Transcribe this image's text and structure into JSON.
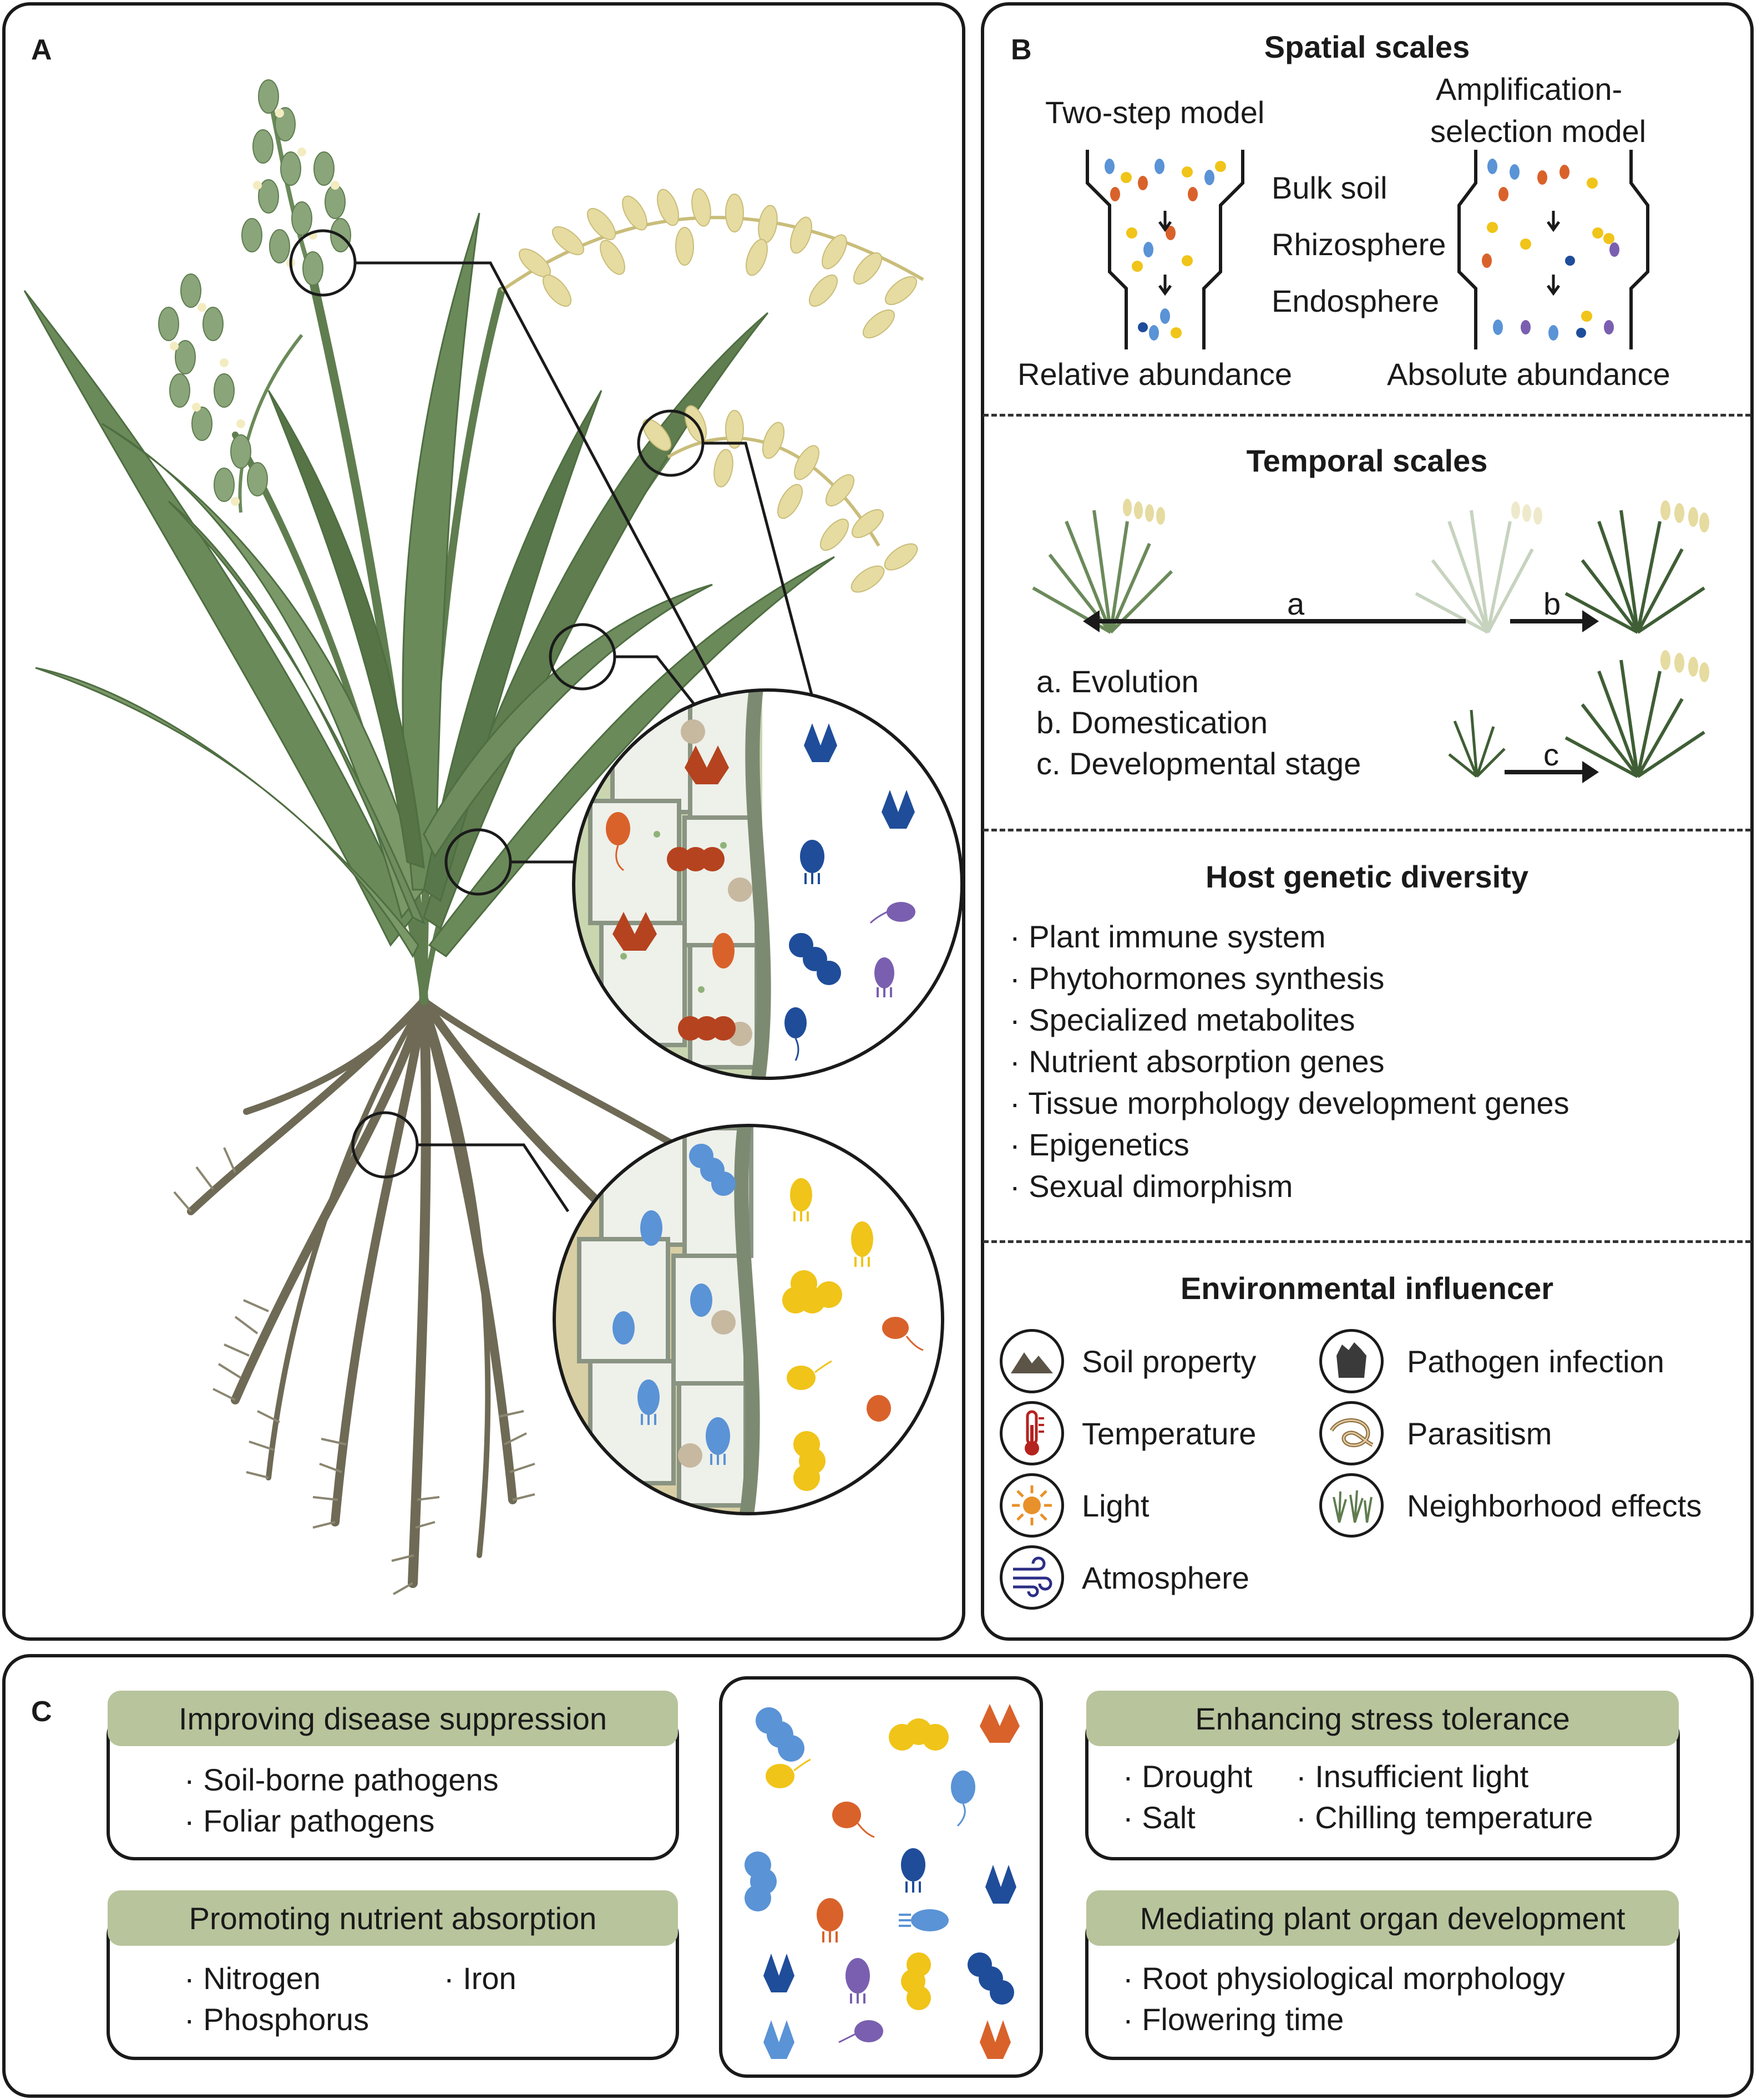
{
  "panel_a": {
    "label": "A"
  },
  "panel_b": {
    "label": "B",
    "spatial": {
      "title": "Spatial scales",
      "two_step_model": "Two-step model",
      "amplification_model": "Amplification-selection model",
      "amp_line1": "Amplification-",
      "amp_line2": "selection model",
      "bulk_soil": "Bulk soil",
      "rhizosphere": "Rhizosphere",
      "endosphere": "Endosphere",
      "relative_abundance": "Relative abundance",
      "absolute_abundance": "Absolute abundance"
    },
    "temporal": {
      "title": "Temporal scales",
      "arrow_a": "a",
      "arrow_b": "b",
      "arrow_c": "c",
      "items": [
        "a. Evolution",
        "b. Domestication",
        "c. Developmental stage"
      ]
    },
    "host_genetic": {
      "title": "Host genetic diversity",
      "items": [
        "· Plant immune system",
        "· Phytohormones synthesis",
        "· Specialized metabolites",
        "· Nutrient absorption genes",
        "· Tissue morphology development genes",
        "· Epigenetics",
        "· Sexual dimorphism"
      ]
    },
    "environmental": {
      "title": "Environmental influencer",
      "items": [
        {
          "label": "Soil property",
          "icon": "mountain-icon"
        },
        {
          "label": "Temperature",
          "icon": "thermometer-icon"
        },
        {
          "label": "Light",
          "icon": "sun-icon"
        },
        {
          "label": "Atmosphere",
          "icon": "wind-icon"
        },
        {
          "label": "Pathogen infection",
          "icon": "pathogen-icon"
        },
        {
          "label": "Parasitism",
          "icon": "nematode-icon"
        },
        {
          "label": "Neighborhood effects",
          "icon": "grass-icon"
        }
      ]
    }
  },
  "panel_c": {
    "label": "C",
    "disease": {
      "title": "Improving disease suppression",
      "items": [
        "· Soil-borne pathogens",
        "· Foliar pathogens"
      ]
    },
    "nutrient": {
      "title": "Promoting nutrient absorption",
      "items": [
        "· Nitrogen",
        "· Iron",
        "· Phosphorus"
      ]
    },
    "stress": {
      "title": "Enhancing stress tolerance",
      "items": [
        "· Drought",
        "· Insufficient light",
        "· Salt",
        "· Chilling temperature"
      ]
    },
    "organ": {
      "title": "Mediating plant organ development",
      "items": [
        "· Root physiological morphology",
        "· Flowering time"
      ]
    }
  },
  "colors": {
    "leaf": "#6b8a5a",
    "leaf_dark": "#4f6e42",
    "grain": "#e6dba0",
    "root": "#6e6a55",
    "microbe_blue": "#5a93d6",
    "microbe_navy": "#1f4d9a",
    "microbe_yellow": "#f0c419",
    "microbe_orange": "#d9622b",
    "microbe_brown": "#b5431f",
    "microbe_purple": "#7a5fb0",
    "header_green": "#b8c49c"
  }
}
